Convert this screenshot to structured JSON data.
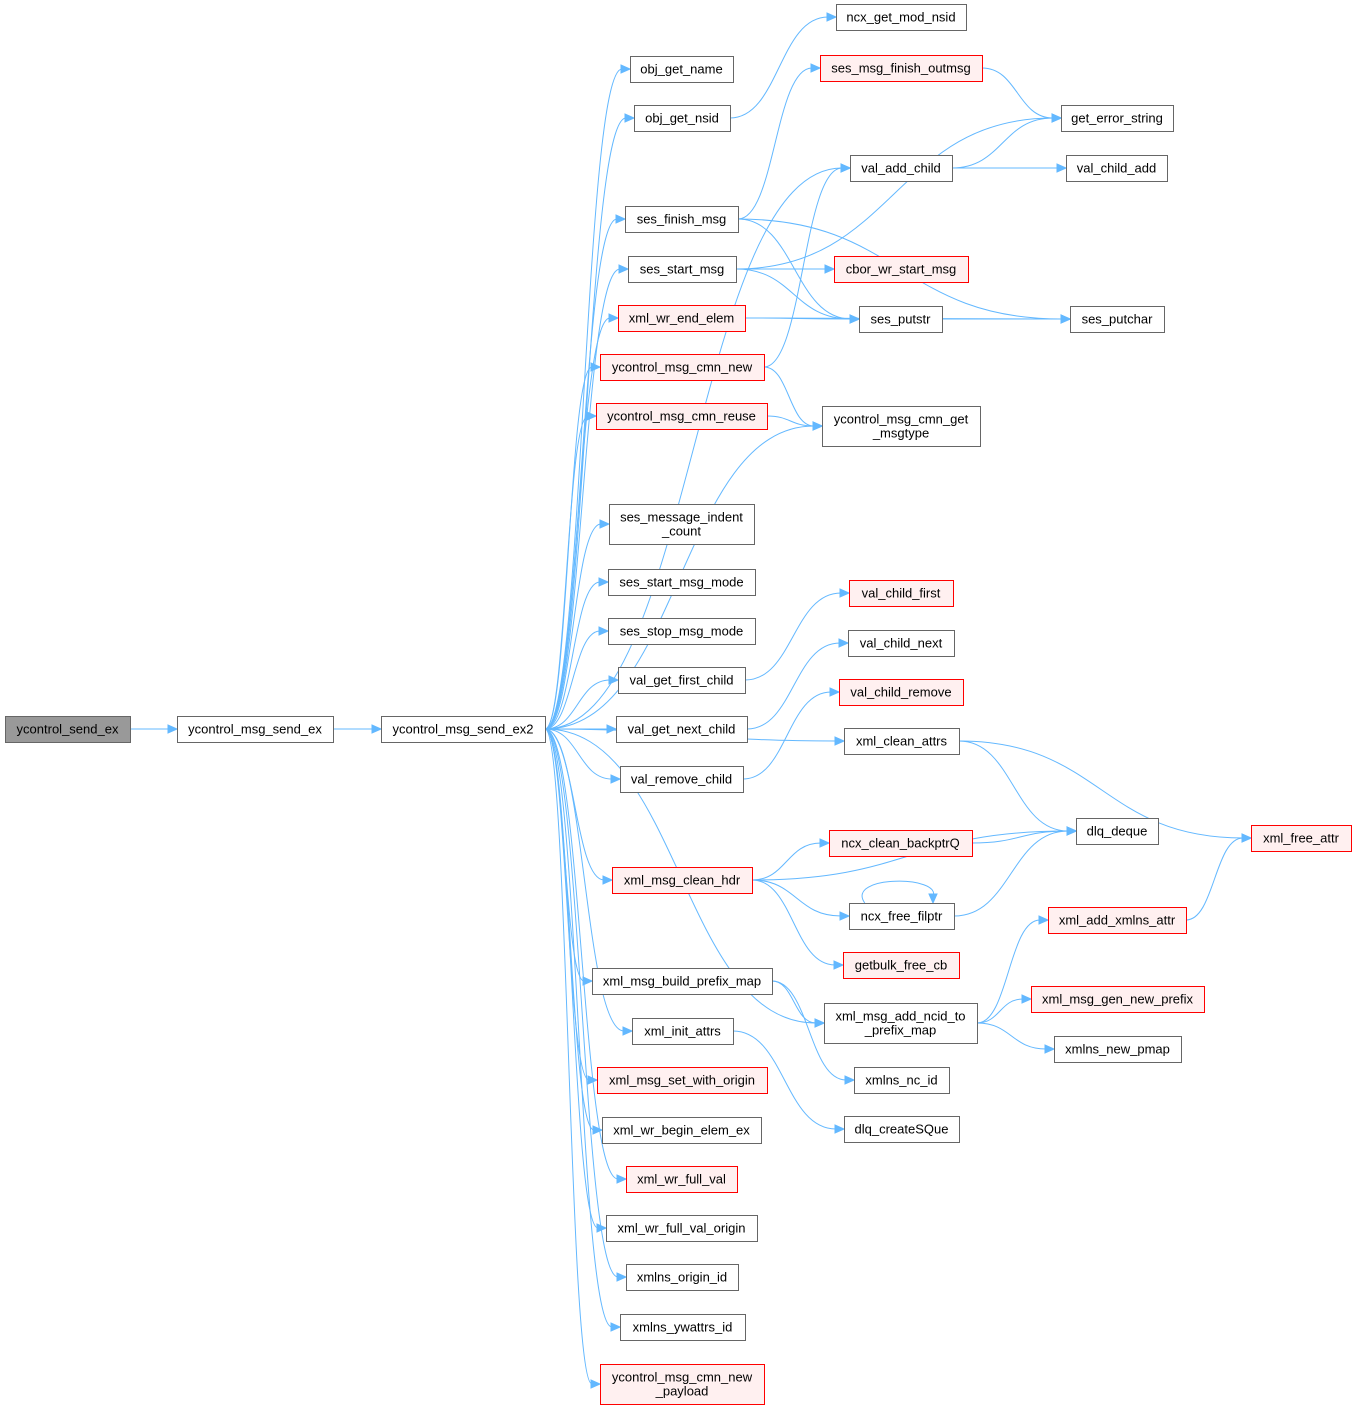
{
  "diagram": {
    "type": "call-graph",
    "colors": {
      "edge": "#63b8ff",
      "root_fill": "#999999",
      "root_stroke": "#666666",
      "normal_fill": "#ffffff",
      "normal_stroke": "#666666",
      "truncated_fill": "#fff0f0",
      "truncated_stroke": "#ff0000"
    },
    "nodes": [
      {
        "id": "ycontrol_send_ex",
        "label": [
          "ycontrol_send_ex"
        ],
        "style": "root"
      },
      {
        "id": "ycontrol_msg_send_ex",
        "label": [
          "ycontrol_msg_send_ex"
        ],
        "style": "normal"
      },
      {
        "id": "ycontrol_msg_send_ex2",
        "label": [
          "ycontrol_msg_send_ex2"
        ],
        "style": "normal"
      },
      {
        "id": "obj_get_name",
        "label": [
          "obj_get_name"
        ],
        "style": "normal"
      },
      {
        "id": "obj_get_nsid",
        "label": [
          "obj_get_nsid"
        ],
        "style": "normal"
      },
      {
        "id": "ncx_get_mod_nsid",
        "label": [
          "ncx_get_mod_nsid"
        ],
        "style": "normal"
      },
      {
        "id": "ses_finish_msg",
        "label": [
          "ses_finish_msg"
        ],
        "style": "normal"
      },
      {
        "id": "ses_msg_finish_outmsg",
        "label": [
          "ses_msg_finish_outmsg"
        ],
        "style": "truncated"
      },
      {
        "id": "get_error_string",
        "label": [
          "get_error_string"
        ],
        "style": "normal"
      },
      {
        "id": "ses_putchar",
        "label": [
          "ses_putchar"
        ],
        "style": "normal"
      },
      {
        "id": "ses_putstr",
        "label": [
          "ses_putstr"
        ],
        "style": "normal"
      },
      {
        "id": "ses_start_msg",
        "label": [
          "ses_start_msg"
        ],
        "style": "normal"
      },
      {
        "id": "cbor_wr_start_msg",
        "label": [
          "cbor_wr_start_msg"
        ],
        "style": "truncated"
      },
      {
        "id": "val_add_child",
        "label": [
          "val_add_child"
        ],
        "style": "normal"
      },
      {
        "id": "val_child_add",
        "label": [
          "val_child_add"
        ],
        "style": "normal"
      },
      {
        "id": "xml_wr_end_elem",
        "label": [
          "xml_wr_end_elem"
        ],
        "style": "truncated"
      },
      {
        "id": "ycontrol_msg_cmn_new",
        "label": [
          "ycontrol_msg_cmn_new"
        ],
        "style": "truncated"
      },
      {
        "id": "ycontrol_msg_cmn_get_msgtype",
        "label": [
          "ycontrol_msg_cmn_get",
          "_msgtype"
        ],
        "style": "normal"
      },
      {
        "id": "ycontrol_msg_cmn_reuse",
        "label": [
          "ycontrol_msg_cmn_reuse"
        ],
        "style": "truncated"
      },
      {
        "id": "ses_message_indent_count",
        "label": [
          "ses_message_indent",
          "_count"
        ],
        "style": "normal"
      },
      {
        "id": "ses_start_msg_mode",
        "label": [
          "ses_start_msg_mode"
        ],
        "style": "normal"
      },
      {
        "id": "ses_stop_msg_mode",
        "label": [
          "ses_stop_msg_mode"
        ],
        "style": "normal"
      },
      {
        "id": "val_get_first_child",
        "label": [
          "val_get_first_child"
        ],
        "style": "normal"
      },
      {
        "id": "val_child_first",
        "label": [
          "val_child_first"
        ],
        "style": "truncated"
      },
      {
        "id": "val_get_next_child",
        "label": [
          "val_get_next_child"
        ],
        "style": "normal"
      },
      {
        "id": "val_child_next",
        "label": [
          "val_child_next"
        ],
        "style": "normal"
      },
      {
        "id": "val_remove_child",
        "label": [
          "val_remove_child"
        ],
        "style": "normal"
      },
      {
        "id": "val_child_remove",
        "label": [
          "val_child_remove"
        ],
        "style": "truncated"
      },
      {
        "id": "xml_clean_attrs",
        "label": [
          "xml_clean_attrs"
        ],
        "style": "normal"
      },
      {
        "id": "dlq_deque",
        "label": [
          "dlq_deque"
        ],
        "style": "normal"
      },
      {
        "id": "xml_free_attr",
        "label": [
          "xml_free_attr"
        ],
        "style": "truncated"
      },
      {
        "id": "xml_msg_clean_hdr",
        "label": [
          "xml_msg_clean_hdr"
        ],
        "style": "truncated"
      },
      {
        "id": "ncx_clean_backptrQ",
        "label": [
          "ncx_clean_backptrQ"
        ],
        "style": "truncated"
      },
      {
        "id": "ncx_free_filptr",
        "label": [
          "ncx_free_filptr"
        ],
        "style": "normal"
      },
      {
        "id": "getbulk_free_cb",
        "label": [
          "getbulk_free_cb"
        ],
        "style": "truncated"
      },
      {
        "id": "xml_msg_add_ncid_to_prefix_map",
        "label": [
          "xml_msg_add_ncid_to",
          "_prefix_map"
        ],
        "style": "normal"
      },
      {
        "id": "xml_add_xmlns_attr",
        "label": [
          "xml_add_xmlns_attr"
        ],
        "style": "truncated"
      },
      {
        "id": "xml_msg_gen_new_prefix",
        "label": [
          "xml_msg_gen_new_prefix"
        ],
        "style": "truncated"
      },
      {
        "id": "xmlns_new_pmap",
        "label": [
          "xmlns_new_pmap"
        ],
        "style": "normal"
      },
      {
        "id": "xml_msg_build_prefix_map",
        "label": [
          "xml_msg_build_prefix_map"
        ],
        "style": "normal"
      },
      {
        "id": "xmlns_nc_id",
        "label": [
          "xmlns_nc_id"
        ],
        "style": "normal"
      },
      {
        "id": "xml_init_attrs",
        "label": [
          "xml_init_attrs"
        ],
        "style": "normal"
      },
      {
        "id": "dlq_createSQue",
        "label": [
          "dlq_createSQue"
        ],
        "style": "normal"
      },
      {
        "id": "xml_msg_set_with_origin",
        "label": [
          "xml_msg_set_with_origin"
        ],
        "style": "truncated"
      },
      {
        "id": "xml_wr_begin_elem_ex",
        "label": [
          "xml_wr_begin_elem_ex"
        ],
        "style": "normal"
      },
      {
        "id": "xml_wr_full_val",
        "label": [
          "xml_wr_full_val"
        ],
        "style": "truncated"
      },
      {
        "id": "xml_wr_full_val_origin",
        "label": [
          "xml_wr_full_val_origin"
        ],
        "style": "normal"
      },
      {
        "id": "xmlns_origin_id",
        "label": [
          "xmlns_origin_id"
        ],
        "style": "normal"
      },
      {
        "id": "xmlns_ywattrs_id",
        "label": [
          "xmlns_ywattrs_id"
        ],
        "style": "normal"
      },
      {
        "id": "ycontrol_msg_cmn_new_payload",
        "label": [
          "ycontrol_msg_cmn_new",
          "_payload"
        ],
        "style": "truncated"
      }
    ],
    "edges": [
      [
        "ycontrol_send_ex",
        "ycontrol_msg_send_ex"
      ],
      [
        "ycontrol_msg_send_ex",
        "ycontrol_msg_send_ex2"
      ],
      [
        "ycontrol_msg_send_ex2",
        "obj_get_name"
      ],
      [
        "ycontrol_msg_send_ex2",
        "obj_get_nsid"
      ],
      [
        "ycontrol_msg_send_ex2",
        "val_add_child"
      ],
      [
        "ycontrol_msg_send_ex2",
        "ses_finish_msg"
      ],
      [
        "ycontrol_msg_send_ex2",
        "ses_start_msg"
      ],
      [
        "ycontrol_msg_send_ex2",
        "xml_wr_end_elem"
      ],
      [
        "ycontrol_msg_send_ex2",
        "ycontrol_msg_cmn_new"
      ],
      [
        "ycontrol_msg_send_ex2",
        "ycontrol_msg_cmn_reuse"
      ],
      [
        "ycontrol_msg_send_ex2",
        "ycontrol_msg_cmn_get_msgtype"
      ],
      [
        "ycontrol_msg_send_ex2",
        "ses_message_indent_count"
      ],
      [
        "ycontrol_msg_send_ex2",
        "ses_start_msg_mode"
      ],
      [
        "ycontrol_msg_send_ex2",
        "ses_stop_msg_mode"
      ],
      [
        "ycontrol_msg_send_ex2",
        "val_get_first_child"
      ],
      [
        "ycontrol_msg_send_ex2",
        "val_get_next_child"
      ],
      [
        "ycontrol_msg_send_ex2",
        "val_remove_child"
      ],
      [
        "ycontrol_msg_send_ex2",
        "xml_clean_attrs"
      ],
      [
        "ycontrol_msg_send_ex2",
        "xml_msg_clean_hdr"
      ],
      [
        "ycontrol_msg_send_ex2",
        "xml_msg_add_ncid_to_prefix_map"
      ],
      [
        "ycontrol_msg_send_ex2",
        "xml_msg_build_prefix_map"
      ],
      [
        "ycontrol_msg_send_ex2",
        "xml_init_attrs"
      ],
      [
        "ycontrol_msg_send_ex2",
        "xml_msg_set_with_origin"
      ],
      [
        "ycontrol_msg_send_ex2",
        "xml_wr_begin_elem_ex"
      ],
      [
        "ycontrol_msg_send_ex2",
        "xml_wr_full_val"
      ],
      [
        "ycontrol_msg_send_ex2",
        "xml_wr_full_val_origin"
      ],
      [
        "ycontrol_msg_send_ex2",
        "xmlns_origin_id"
      ],
      [
        "ycontrol_msg_send_ex2",
        "xmlns_ywattrs_id"
      ],
      [
        "ycontrol_msg_send_ex2",
        "ycontrol_msg_cmn_new_payload"
      ],
      [
        "obj_get_nsid",
        "ncx_get_mod_nsid"
      ],
      [
        "ses_finish_msg",
        "ses_msg_finish_outmsg"
      ],
      [
        "ses_finish_msg",
        "ses_putchar"
      ],
      [
        "ses_finish_msg",
        "ses_putstr"
      ],
      [
        "ses_msg_finish_outmsg",
        "get_error_string"
      ],
      [
        "ses_start_msg",
        "get_error_string"
      ],
      [
        "ses_start_msg",
        "cbor_wr_start_msg"
      ],
      [
        "ses_start_msg",
        "ses_putstr"
      ],
      [
        "val_add_child",
        "get_error_string"
      ],
      [
        "val_add_child",
        "val_child_add"
      ],
      [
        "ses_putstr",
        "ses_putchar"
      ],
      [
        "xml_wr_end_elem",
        "ses_putstr"
      ],
      [
        "xml_wr_end_elem",
        "ses_putchar"
      ],
      [
        "ycontrol_msg_cmn_new",
        "val_add_child"
      ],
      [
        "ycontrol_msg_cmn_new",
        "ycontrol_msg_cmn_get_msgtype"
      ],
      [
        "ycontrol_msg_cmn_reuse",
        "ycontrol_msg_cmn_get_msgtype"
      ],
      [
        "val_get_first_child",
        "val_child_first"
      ],
      [
        "val_get_next_child",
        "val_child_next"
      ],
      [
        "val_remove_child",
        "val_child_remove"
      ],
      [
        "xml_clean_attrs",
        "dlq_deque"
      ],
      [
        "xml_clean_attrs",
        "xml_free_attr"
      ],
      [
        "xml_msg_clean_hdr",
        "dlq_deque"
      ],
      [
        "xml_msg_clean_hdr",
        "ncx_clean_backptrQ"
      ],
      [
        "xml_msg_clean_hdr",
        "ncx_free_filptr"
      ],
      [
        "xml_msg_clean_hdr",
        "getbulk_free_cb"
      ],
      [
        "ncx_clean_backptrQ",
        "dlq_deque"
      ],
      [
        "ncx_free_filptr",
        "ncx_free_filptr"
      ],
      [
        "ncx_free_filptr",
        "dlq_deque"
      ],
      [
        "xml_add_xmlns_attr",
        "xml_free_attr"
      ],
      [
        "xml_msg_add_ncid_to_prefix_map",
        "xml_add_xmlns_attr"
      ],
      [
        "xml_msg_add_ncid_to_prefix_map",
        "xml_msg_gen_new_prefix"
      ],
      [
        "xml_msg_add_ncid_to_prefix_map",
        "xmlns_new_pmap"
      ],
      [
        "xml_msg_build_prefix_map",
        "xml_msg_add_ncid_to_prefix_map"
      ],
      [
        "xml_msg_build_prefix_map",
        "xmlns_nc_id"
      ],
      [
        "xml_init_attrs",
        "dlq_createSQue"
      ]
    ]
  }
}
